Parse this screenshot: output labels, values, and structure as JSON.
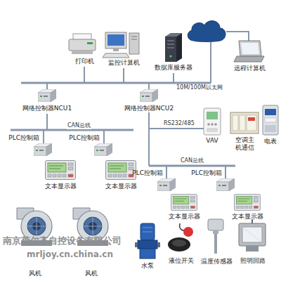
{
  "diagram": {
    "nodes": [
      {
        "text": [
          "打印机"
        ]
      },
      {
        "text": [
          "监控计算机"
        ]
      },
      {
        "text": [
          "数据库服务器"
        ]
      },
      {
        "text": [
          "远程计算机"
        ]
      },
      {
        "text": [
          "网络控制器NCU1"
        ]
      },
      {
        "text": [
          "网络控制器NCU2"
        ]
      },
      {
        "text": [
          "VAV"
        ]
      },
      {
        "text": [
          "空调主机通信"
        ]
      },
      {
        "text": [
          "电表"
        ]
      },
      {
        "text": [
          "PLC控制箱"
        ]
      },
      {
        "text": [
          "文本显示器"
        ]
      },
      {
        "text": [
          "PLC控制箱"
        ]
      },
      {
        "text": [
          "文本显示器"
        ]
      },
      {
        "text": [
          "PLC控制箱"
        ]
      },
      {
        "text": [
          "文本显示器"
        ]
      },
      {
        "text": [
          "PLC控制箱"
        ]
      },
      {
        "text": [
          "文本显示器"
        ]
      },
      {
        "text": [
          "风机"
        ]
      },
      {
        "text": [
          "风机"
        ]
      },
      {
        "text": [
          "水泵"
        ]
      },
      {
        "text": [
          "液位开关"
        ]
      },
      {
        "text": [
          "温度传感器"
        ]
      },
      {
        "text": [
          "照明回路"
        ]
      }
    ],
    "edges": [
      {
        "from": 5,
        "to": 6,
        "arrow": "none",
        "label": "RS232/485"
      }
    ],
    "labels": [
      "10M/100M以太网",
      "CAN总线",
      "CAN总线",
      "南京莱尔齐自控设备有限公司",
      "mrljoy.cn.china.cn"
    ]
  }
}
